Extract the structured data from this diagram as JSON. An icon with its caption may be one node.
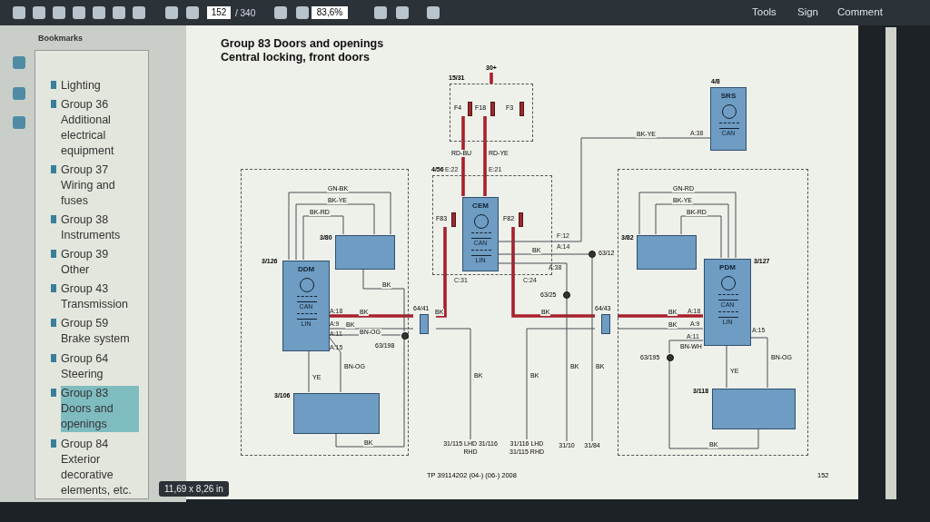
{
  "diagram": {
    "title": "Group 83 Doors and openings",
    "nodes": [
      {
        "text": [
          "15/31"
        ]
      },
      {
        "text": [
          "F4"
        ],
        "in": 0
      },
      {
        "text": [
          "F18"
        ],
        "in": 0
      },
      {
        "text": [
          "F3"
        ],
        "in": 0
      },
      {
        "text": [
          "30+"
        ]
      },
      {
        "text": [
          "4/56"
        ]
      },
      {
        "text": [
          "CEM",
          "CAN",
          "LIN"
        ],
        "in": 5
      },
      {
        "text": [
          "F83"
        ],
        "in": 5
      },
      {
        "text": [
          "F82"
        ],
        "in": 5
      },
      {
        "text": [
          "4/8",
          "SRS",
          "CAN"
        ]
      },
      {
        "text": [],
        "shape": "box"
      },
      {
        "text": [
          "3/126",
          "DDM",
          "CAN",
          "LIN"
        ],
        "in": 10
      },
      {
        "text": [
          "3/80"
        ],
        "in": 10
      },
      {
        "text": [
          "3/106"
        ],
        "in": 10
      },
      {
        "text": [],
        "shape": "box"
      },
      {
        "text": [
          "3/127",
          "PDM",
          "CAN",
          "LIN"
        ],
        "in": 14
      },
      {
        "text": [
          "3/82"
        ],
        "in": 14
      },
      {
        "text": [
          "3/118"
        ],
        "in": 14
      },
      {
        "text": [
          "64/41"
        ]
      },
      {
        "text": [
          "64/43"
        ]
      },
      {
        "text": [
          "31/115 LHD 31/116 RHD"
        ]
      },
      {
        "text": [
          "31/116 LHD 31/115 RHD"
        ]
      },
      {
        "text": [
          "31/10"
        ]
      },
      {
        "text": [
          "31/84"
        ]
      },
      {
        "text": [],
        "shape": "circle",
        "beside": [
          "63/198"
        ],
        "in": 10
      },
      {
        "text": [],
        "shape": "circle",
        "beside": [
          "63/25"
        ]
      },
      {
        "text": [],
        "shape": "circle",
        "beside": [
          "63/12"
        ]
      },
      {
        "text": [],
        "shape": "circle",
        "beside": [
          "63/195"
        ],
        "in": 14
      }
    ],
    "edges": [
      {
        "from": 4,
        "to": 0,
        "arrow": "none",
        "style": "thick",
        "color": "#a8202c"
      },
      {
        "from": 1,
        "to": 6,
        "arrow": "none",
        "label": "RD-BU",
        "style": "thick",
        "color": "#a8202c"
      },
      {
        "from": 2,
        "to": 6,
        "arrow": "none",
        "label": "RD-YE",
        "style": "thick",
        "color": "#a8202c"
      },
      {
        "from": 7,
        "to": 18,
        "arrow": "none",
        "label": "BK",
        "style": "thick",
        "color": "#a8202c"
      },
      {
        "from": 18,
        "to": 11,
        "arrow": "none",
        "label": "BK",
        "style": "thick",
        "color": "#a8202c"
      },
      {
        "from": 8,
        "to": 19,
        "arrow": "none",
        "label": "BK",
        "style": "thick",
        "color": "#a8202c"
      },
      {
        "from": 19,
        "to": 15,
        "arrow": "none",
        "label": "BK",
        "style": "thick",
        "color": "#a8202c"
      },
      {
        "from": 6,
        "to": 9,
        "arrow": "none",
        "label": "BK-YE"
      },
      {
        "from": 6,
        "to": 26,
        "arrow": "none",
        "label": "BK"
      },
      {
        "from": 6,
        "to": 25,
        "arrow": "none"
      },
      {
        "from": 25,
        "to": 22,
        "arrow": "none",
        "label": "BK"
      },
      {
        "from": 26,
        "to": 23,
        "arrow": "none",
        "label": "BK"
      },
      {
        "from": 18,
        "to": 20,
        "arrow": "none",
        "label": "BK"
      },
      {
        "from": 11,
        "to": 18,
        "arrow": "none",
        "label": "BK"
      },
      {
        "from": 19,
        "to": 21,
        "arrow": "none",
        "label": "BK"
      },
      {
        "from": 15,
        "to": 19,
        "arrow": "none",
        "label": "BK"
      },
      {
        "from": 11,
        "to": 12,
        "arrow": "none",
        "label": "GN-BK"
      },
      {
        "from": 11,
        "to": 12,
        "arrow": "none",
        "label": "BK-YE"
      },
      {
        "from": 11,
        "to": 12,
        "arrow": "none",
        "label": "BK-RD"
      },
      {
        "from": 12,
        "to": 24,
        "arrow": "none",
        "label": "BK"
      },
      {
        "from": 11,
        "to": 24,
        "arrow": "none",
        "label": "BN-OG"
      },
      {
        "from": 13,
        "to": 24,
        "arrow": "none",
        "label": "BK"
      },
      {
        "from": 11,
        "to": 13,
        "arrow": "none",
        "label": "YE"
      },
      {
        "from": 11,
        "to": 13,
        "arrow": "none",
        "label": "BN-OG"
      },
      {
        "from": 15,
        "to": 16,
        "arrow": "none",
        "label": "GN-RD"
      },
      {
        "from": 15,
        "to": 16,
        "arrow": "none",
        "label": "BK-YE"
      },
      {
        "from": 15,
        "to": 16,
        "arrow": "none",
        "label": "BK-RD"
      },
      {
        "from": 15,
        "to": 27,
        "arrow": "none",
        "label": "BN-WH"
      },
      {
        "from": 17,
        "to": 27,
        "arrow": "none",
        "label": "BK"
      },
      {
        "from": 15,
        "to": 17,
        "arrow": "none",
        "label": "YE"
      },
      {
        "from": 15,
        "to": 17,
        "arrow": "none",
        "label": "BN-OG"
      }
    ],
    "labels": [
      "Central locking, front doors",
      "TP 39114202 (04-) (06-) 2008",
      "152",
      "E:22",
      "E:21",
      "F:12",
      "A:14",
      "A:38",
      "C:31",
      "C:24",
      "A:38",
      "A:18",
      "A:9",
      "A:11",
      "A:15",
      "A:18",
      "A:9",
      "A:11",
      "A:15",
      "152",
      "/ 340",
      "83,6%",
      "Tools",
      "Sign",
      "Comment",
      "Bookmarks",
      "Lighting",
      "Group 36 Additional electrical equipment",
      "Group 37 Wiring and fuses",
      "Group 38 Instruments",
      "Group 39 Other",
      "Group 43 Transmission",
      "Group 59 Brake system",
      "Group 64 Steering",
      "Group 83 Doors and openings",
      "Group 84 Exterior decorative elements, etc.",
      "11,69 x 8,26 in"
    ]
  }
}
